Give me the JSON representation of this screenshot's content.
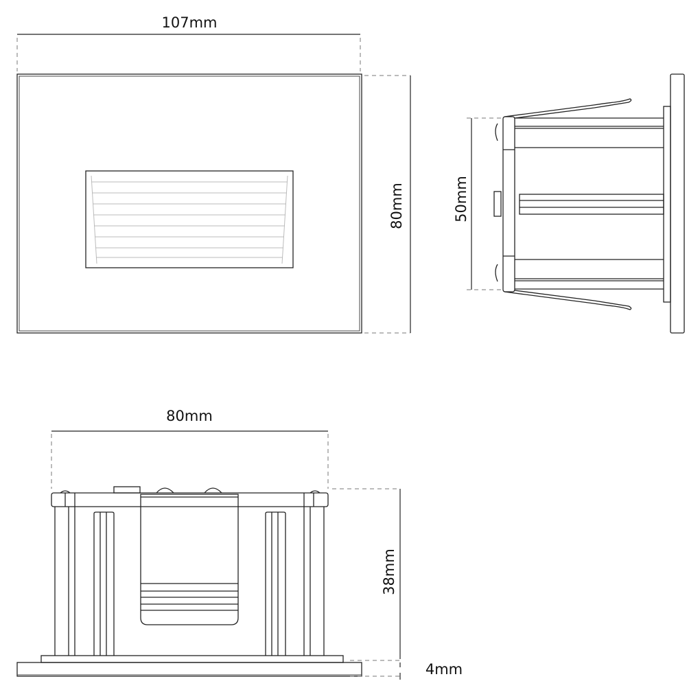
{
  "drawing": {
    "front_view": {
      "width_label": "107mm",
      "height_label": "80mm"
    },
    "side_view": {
      "depth_label": "50mm"
    },
    "bottom_view": {
      "width_label": "80mm",
      "height_label": "38mm",
      "plate_label": "4mm"
    }
  }
}
